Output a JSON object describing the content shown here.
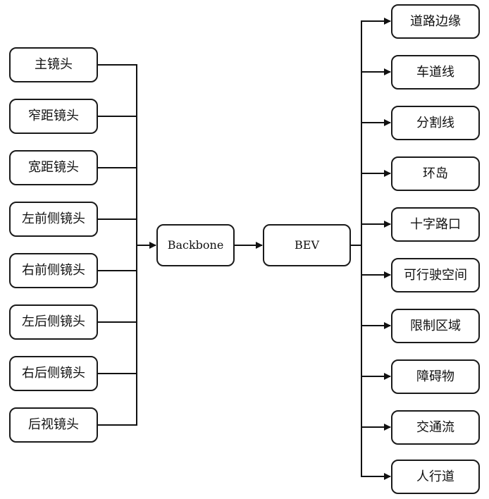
{
  "inputs": [
    "主镜头",
    "窄距镜头",
    "宽距镜头",
    "左前侧镜头",
    "右前侧镜头",
    "左后侧镜头",
    "右后侧镜头",
    "后视镜头"
  ],
  "backbone_label": "Backbone",
  "bev_label": "BEV",
  "outputs": [
    "道路边缘",
    "车道线",
    "分割线",
    "环岛",
    "十字路口",
    "可行驶空间",
    "限制区域",
    "障碍物",
    "交通流",
    "人行道"
  ],
  "colors": {
    "line": "#111111",
    "border": "#1a1a1a",
    "background": "#ffffff"
  }
}
